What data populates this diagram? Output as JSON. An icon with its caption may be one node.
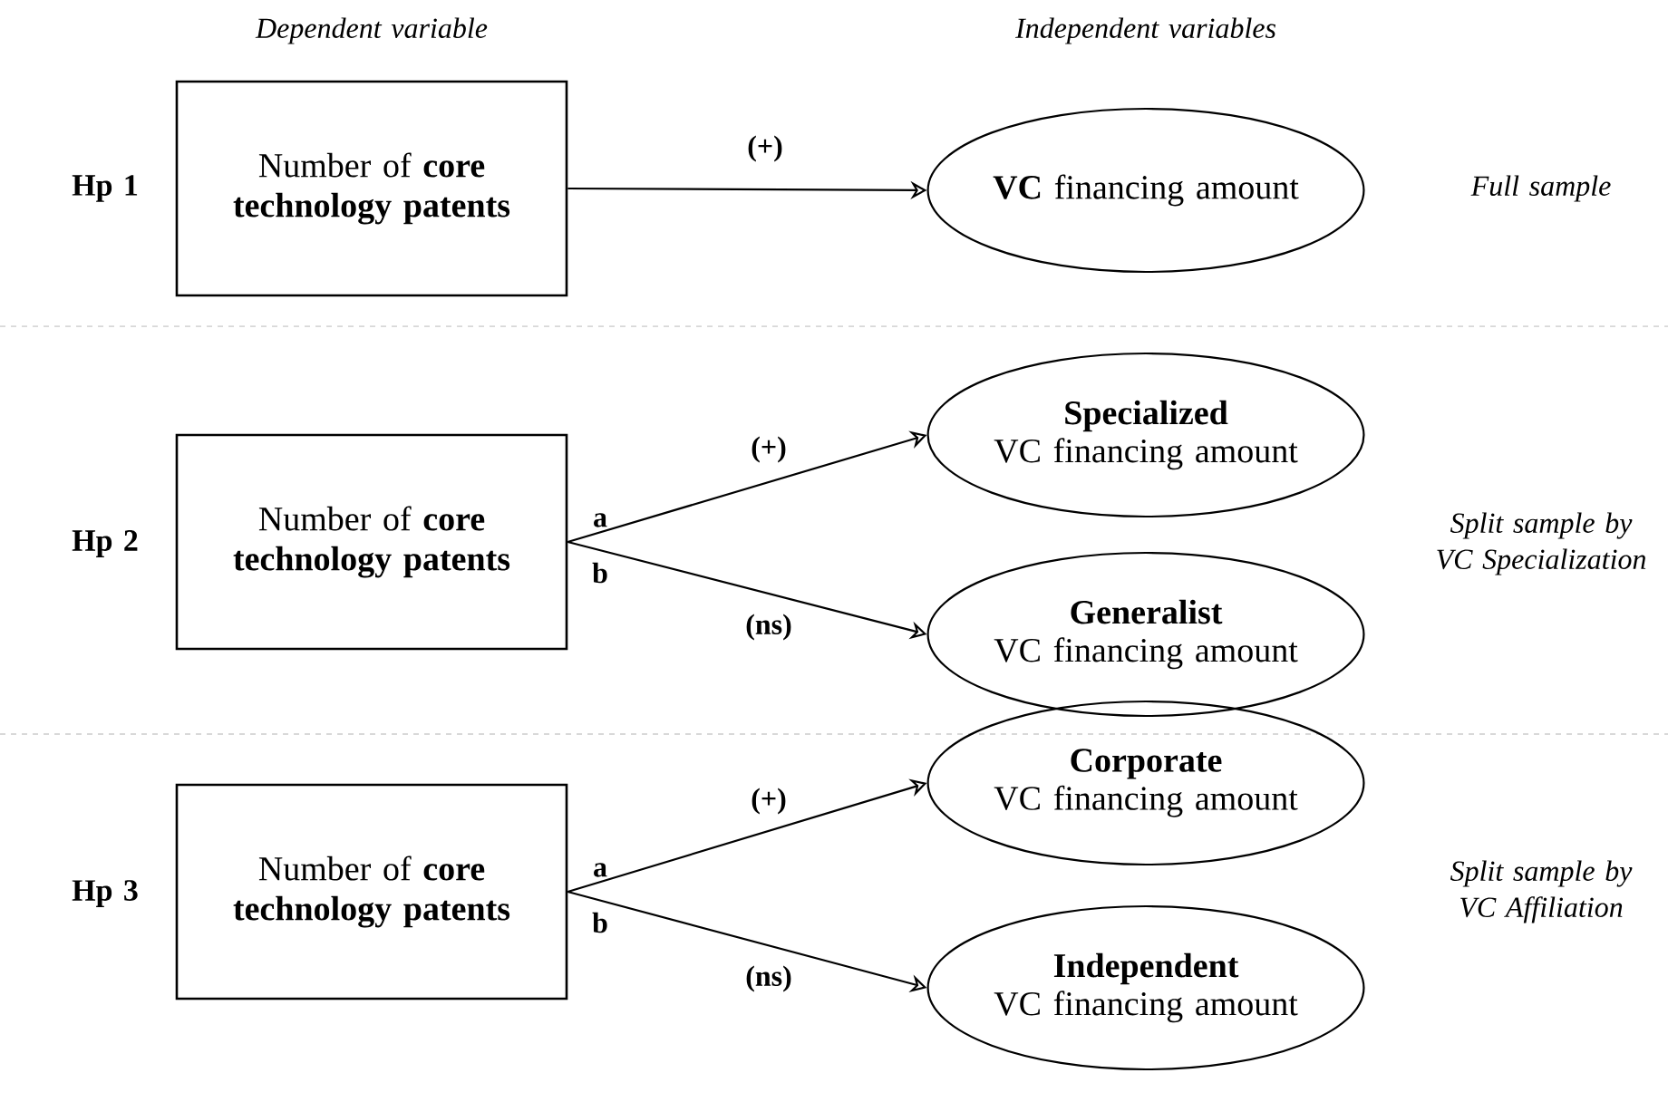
{
  "diagram": {
    "nodes": [
      {
        "text": [
          "Number of **core technology patents**"
        ]
      },
      {
        "text": [
          "**VC** financing amount"
        ]
      },
      {
        "text": [
          "Number of **core technology patents**"
        ]
      },
      {
        "text": [
          "Specialized",
          "VC financing amount"
        ]
      },
      {
        "text": [
          "Generalist",
          "VC financing amount"
        ]
      },
      {
        "text": [
          "Number of **core technology patents**"
        ]
      },
      {
        "text": [
          "Corporate",
          "VC financing amount"
        ]
      },
      {
        "text": [
          "Independent",
          "VC financing amount"
        ]
      }
    ],
    "edges": [
      {
        "from": 0,
        "to": 1,
        "arrow": "to",
        "label": "(+)"
      },
      {
        "from": 2,
        "to": 3,
        "arrow": "to",
        "label": "(+)"
      },
      {
        "from": 2,
        "to": 4,
        "arrow": "to",
        "label": "(ns)"
      },
      {
        "from": 5,
        "to": 6,
        "arrow": "to",
        "label": "(+)"
      },
      {
        "from": 5,
        "to": 7,
        "arrow": "to",
        "label": "(ns)"
      }
    ],
    "labels": [
      "Dependent variable",
      "Independent variables",
      "Hp 1",
      "Full sample",
      "Hp 2",
      "a",
      "b",
      "Split sample by VC Specialization",
      "Hp 3",
      "a",
      "b",
      "Split sample by VC Affiliation"
    ]
  }
}
